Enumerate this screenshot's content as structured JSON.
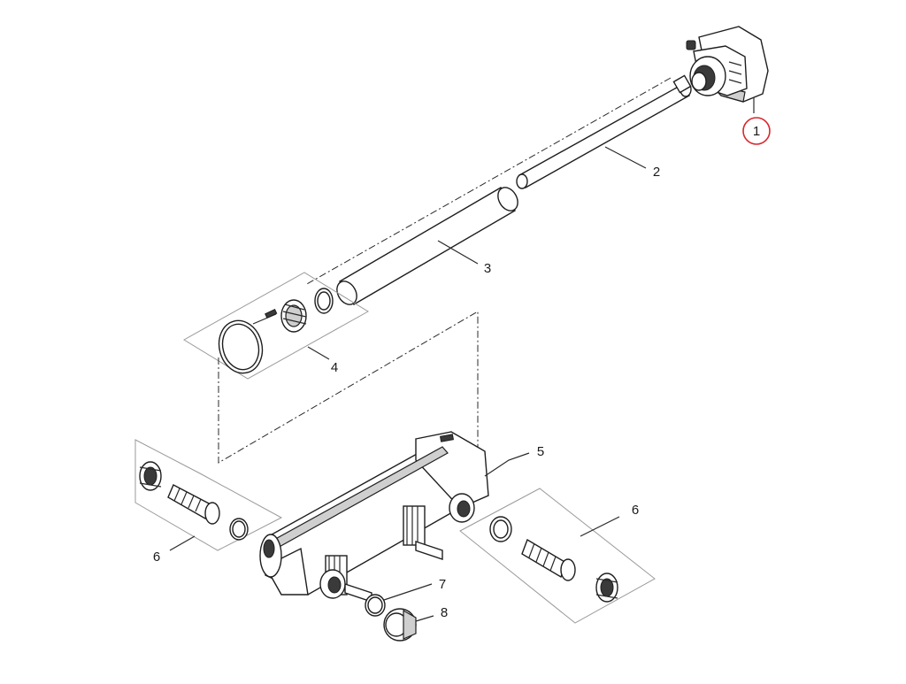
{
  "parts": [
    {
      "id": "1",
      "label": "1",
      "highlighted": true
    },
    {
      "id": "2",
      "label": "2"
    },
    {
      "id": "3",
      "label": "3"
    },
    {
      "id": "4",
      "label": "4"
    },
    {
      "id": "5",
      "label": "5"
    },
    {
      "id": "6a",
      "label": "6"
    },
    {
      "id": "6b",
      "label": "6"
    },
    {
      "id": "7",
      "label": "7"
    },
    {
      "id": "8",
      "label": "8"
    }
  ],
  "colors": {
    "line": "#1e1e1e",
    "highlight": "#d9262c",
    "group_box": "#9a9a9a",
    "background": "#ffffff"
  }
}
